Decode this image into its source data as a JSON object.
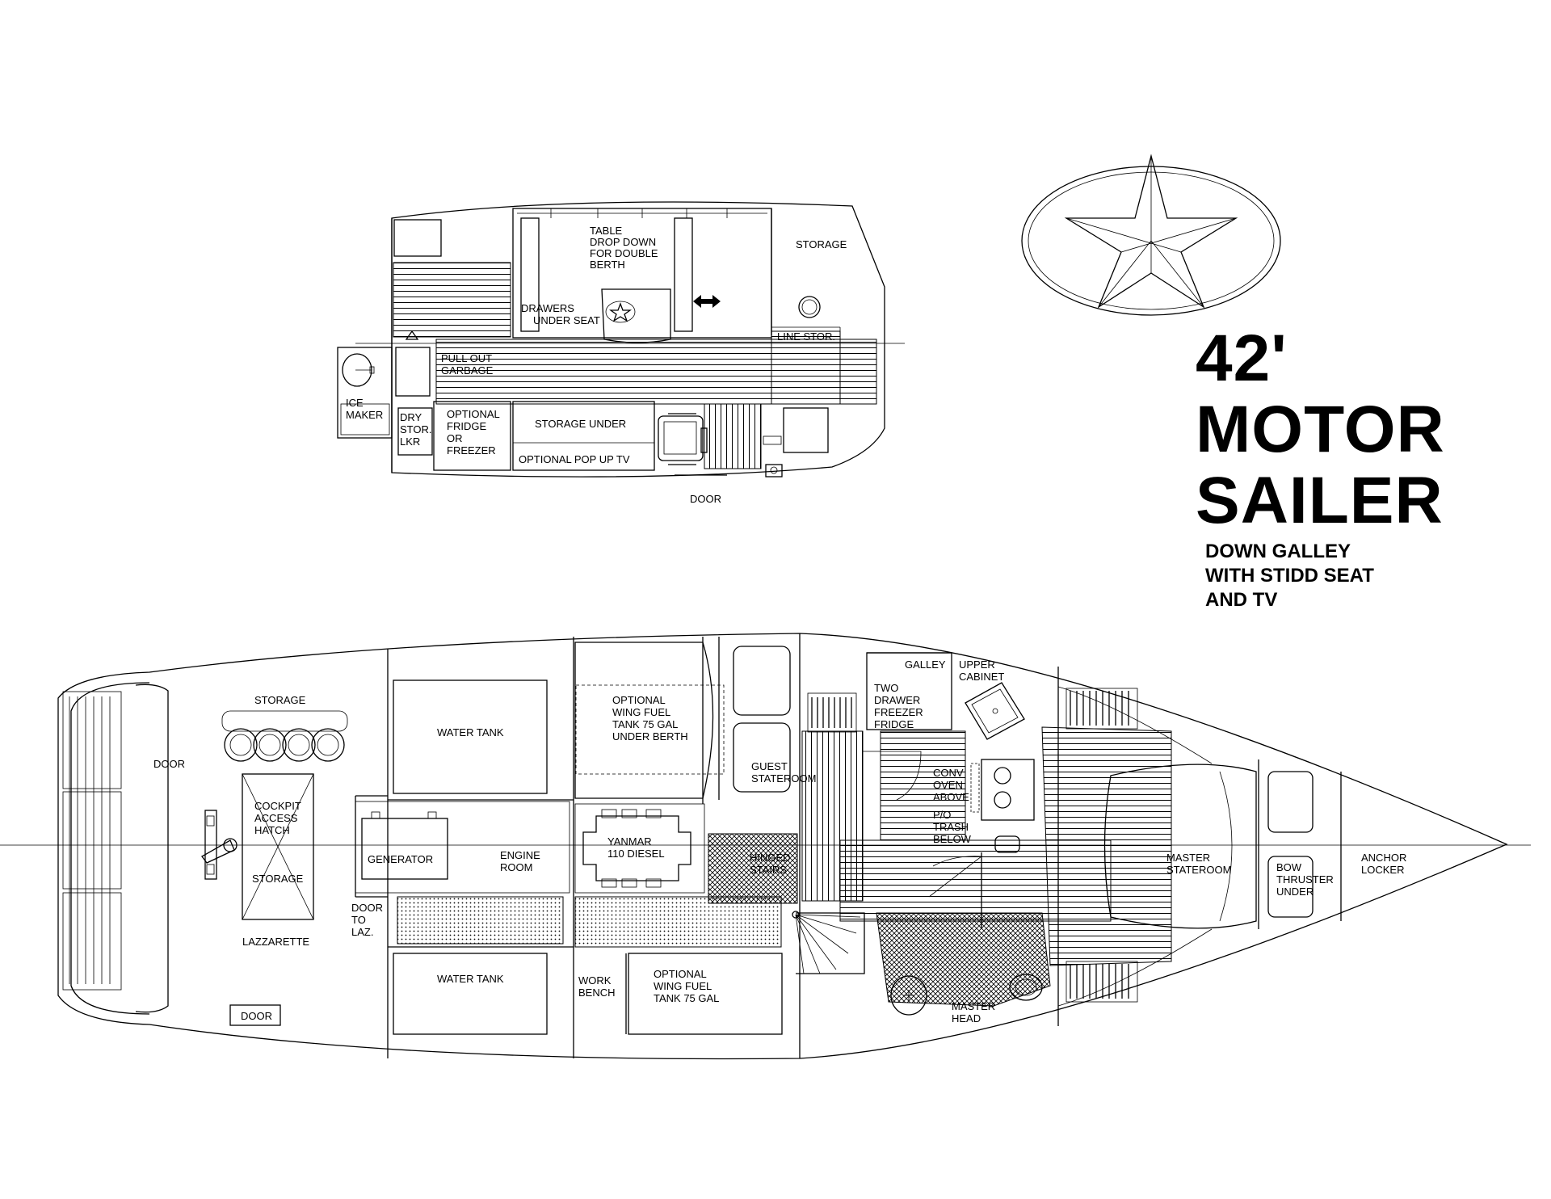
{
  "title": {
    "size": "42'",
    "line1": "MOTOR",
    "line2": "SAILER"
  },
  "subtitle": {
    "line1": "DOWN GALLEY",
    "line2": "WITH STIDD SEAT",
    "line3": "AND TV"
  },
  "upper_deck": {
    "table_l1": "TABLE",
    "table_l2": "DROP DOWN",
    "table_l3": "FOR DOUBLE",
    "table_l4": "BERTH",
    "storage": "STORAGE",
    "drawers_l1": "DRAWERS",
    "drawers_l2": "UNDER SEAT",
    "line_stor": "LINE STOR.",
    "pull_out_l1": "PULL OUT",
    "pull_out_l2": "GARBAGE",
    "ice_l1": "ICE",
    "ice_l2": "MAKER",
    "dry_l1": "DRY",
    "dry_l2": "STOR.",
    "dry_l3": "LKR",
    "opt_fridge_l1": "OPTIONAL",
    "opt_fridge_l2": "FRIDGE",
    "opt_fridge_l3": "OR",
    "opt_fridge_l4": "FREEZER",
    "storage_under": "STORAGE UNDER",
    "pop_up_tv": "OPTIONAL POP UP TV",
    "door": "DOOR"
  },
  "lower_deck": {
    "storage_aft": "STORAGE",
    "door_aft": "DOOR",
    "cockpit_l1": "COCKPIT",
    "cockpit_l2": "ACCESS",
    "cockpit_l3": "HATCH",
    "storage_hatch": "STORAGE",
    "lazzarette": "LAZZARETTE",
    "door_bottom": "DOOR",
    "water_tank_top": "WATER TANK",
    "water_tank_bottom": "WATER TANK",
    "generator": "GENERATOR",
    "engine_l1": "ENGINE",
    "engine_l2": "ROOM",
    "door_laz_l1": "DOOR",
    "door_laz_l2": "TO",
    "door_laz_l3": "LAZ.",
    "wing_top_l1": "OPTIONAL",
    "wing_top_l2": "WING  FUEL",
    "wing_top_l3": "TANK 75 GAL",
    "wing_top_l4": "UNDER BERTH",
    "yanmar_l1": "YANMAR",
    "yanmar_l2": "110 DIESEL",
    "work_l1": "WORK",
    "work_l2": "BENCH",
    "wing_bot_l1": "OPTIONAL",
    "wing_bot_l2": "WING  FUEL",
    "wing_bot_l3": "TANK 75 GAL",
    "guest_l1": "GUEST",
    "guest_l2": "STATEROOM",
    "hinged_l1": "HINGED",
    "hinged_l2": "STAIRS",
    "galley": "GALLEY",
    "upper_cab_l1": "UPPER",
    "upper_cab_l2": "CABINET",
    "fridge_l1": "TWO",
    "fridge_l2": "DRAWER",
    "fridge_l3": "FREEZER",
    "fridge_l4": "FRIDGE",
    "conv_l1": "CONV",
    "conv_l2": "OVEN",
    "conv_l3": "ABOVE",
    "trash_l1": "P/O",
    "trash_l2": "TRASH",
    "trash_l3": "BELOW",
    "master_l1": "MASTER",
    "master_l2": "STATEROOM",
    "head_l1": "MASTER",
    "head_l2": "HEAD",
    "bow_l1": "BOW",
    "bow_l2": "THRUSTER",
    "bow_l3": "UNDER",
    "anchor_l1": "ANCHOR",
    "anchor_l2": "LOCKER"
  }
}
